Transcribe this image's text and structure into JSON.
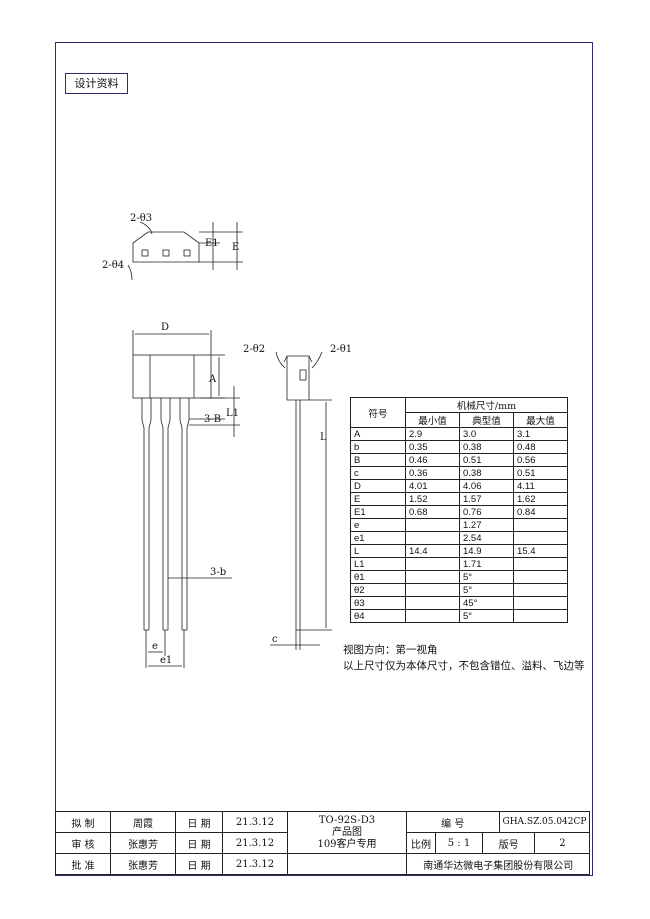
{
  "header": {
    "tag_label": "设计资料"
  },
  "drawing": {
    "labels": {
      "top_angle3": "2-θ3",
      "top_angle4": "2-θ4",
      "top_e1": "E1",
      "top_e": "E",
      "front_d": "D",
      "front_a": "A",
      "front_l1": "L1",
      "front_3b_upper": "3-B",
      "front_3b_lower": "3-b",
      "front_e": "e",
      "front_e1": "e1",
      "side_angle2": "2-θ2",
      "side_angle1": "2-θ1",
      "side_l": "L",
      "side_c": "c"
    }
  },
  "spec_table": {
    "header_symbol": "符号",
    "header_group": "机械尺寸/mm",
    "header_min": "最小值",
    "header_typ": "典型值",
    "header_max": "最大值",
    "rows": [
      {
        "symbol": "A",
        "min": "2.9",
        "typ": "3.0",
        "max": "3.1"
      },
      {
        "symbol": "b",
        "min": "0.35",
        "typ": "0.38",
        "max": "0.48"
      },
      {
        "symbol": "B",
        "min": "0.46",
        "typ": "0.51",
        "max": "0.56"
      },
      {
        "symbol": "c",
        "min": "0.36",
        "typ": "0.38",
        "max": "0.51"
      },
      {
        "symbol": "D",
        "min": "4.01",
        "typ": "4.06",
        "max": "4.11"
      },
      {
        "symbol": "E",
        "min": "1.52",
        "typ": "1.57",
        "max": "1.62"
      },
      {
        "symbol": "E1",
        "min": "0.68",
        "typ": "0.76",
        "max": "0.84"
      },
      {
        "symbol": "e",
        "min": "",
        "typ": "1.27",
        "max": ""
      },
      {
        "symbol": "e1",
        "min": "",
        "typ": "2.54",
        "max": ""
      },
      {
        "symbol": "L",
        "min": "14.4",
        "typ": "14.9",
        "max": "15.4"
      },
      {
        "symbol": "L1",
        "min": "",
        "typ": "1.71",
        "max": ""
      },
      {
        "symbol": "θ1",
        "min": "",
        "typ": "5°",
        "max": ""
      },
      {
        "symbol": "θ2",
        "min": "",
        "typ": "5°",
        "max": ""
      },
      {
        "symbol": "θ3",
        "min": "",
        "typ": "45°",
        "max": ""
      },
      {
        "symbol": "θ4",
        "min": "",
        "typ": "5°",
        "max": ""
      }
    ]
  },
  "notes": {
    "view_direction": "视图方向：第一视角",
    "dimension_note": "以上尺寸仅为本体尺寸，不包含错位、溢料、飞边等"
  },
  "title_block": {
    "draft_label": "拟  制",
    "draft_name": "周霞",
    "review_label": "审  核",
    "review_name": "张惠芳",
    "approve_label": "批  准",
    "approve_name": "张惠芳",
    "date_label": "日  期",
    "date_value": "21.3.12",
    "product_line1": "TO-92S-D3",
    "product_line2": "产品图",
    "product_line3": "109客户专用",
    "number_label": "编    号",
    "number_value": "GHA.SZ.05.042CP",
    "scale_label": "比例",
    "scale_value": "5 : 1",
    "version_label": "版号",
    "version_value": "2",
    "company": "南通华达微电子集团股份有限公司"
  }
}
